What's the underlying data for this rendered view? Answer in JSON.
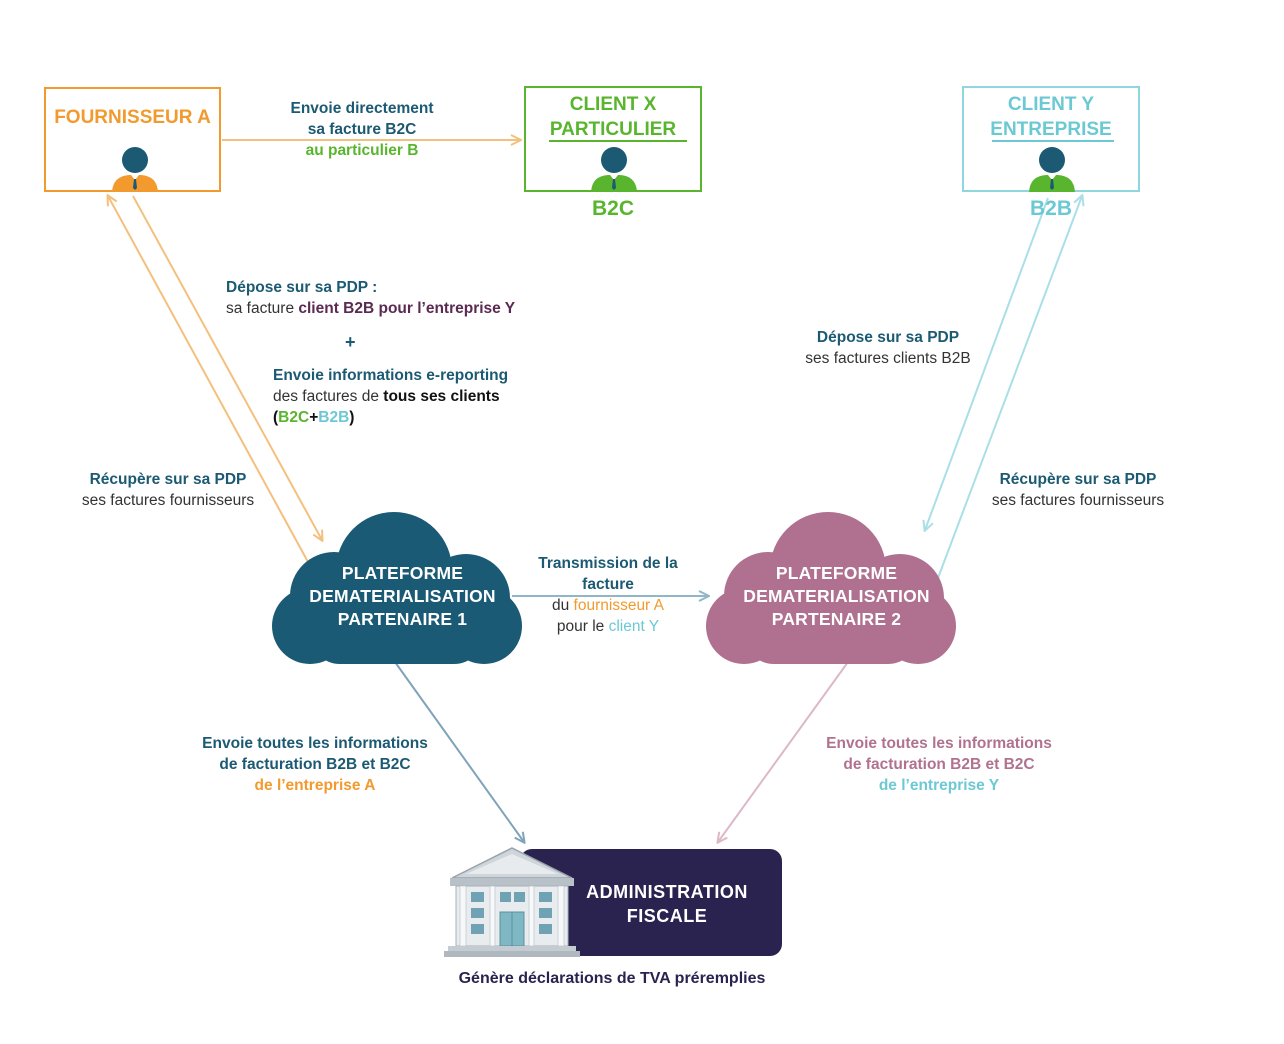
{
  "fournisseur": {
    "title": "FOURNISSEUR A"
  },
  "client_x": {
    "line1": "CLIENT X",
    "line2": "PARTICULIER",
    "tag": "B2C"
  },
  "client_y": {
    "line1": "CLIENT Y",
    "line2": "ENTREPRISE",
    "tag": "B2B"
  },
  "b2c_arrow": {
    "line1": "Envoie directement",
    "line2": "sa facture B2C",
    "line3": "au particulier B"
  },
  "depose_a": {
    "line1": "Dépose sur sa PDP :",
    "line2_a": "sa facture ",
    "line2_b": "client B2B pour l’entreprise Y",
    "plus": "+",
    "line3": "Envoie informations e-reporting",
    "line4_a": "des factures de ",
    "line4_b": "tous ses clients",
    "line5_open": "(",
    "line5_b2c": "B2C",
    "line5_plus": "+",
    "line5_b2b": "B2B",
    "line5_close": ")"
  },
  "recupere_a": {
    "line1": "Récupère sur sa PDP",
    "line2": "ses factures fournisseurs"
  },
  "depose_y": {
    "line1": "Dépose sur sa PDP",
    "line2": "ses factures clients B2B"
  },
  "recupere_y": {
    "line1": "Récupère sur sa PDP",
    "line2": "ses factures fournisseurs"
  },
  "cloud1": {
    "line1": "PLATEFORME",
    "line2": "DEMATERIALISATION",
    "line3": "PARTENAIRE 1",
    "color": "#1a5a75"
  },
  "cloud2": {
    "line1": "PLATEFORME",
    "line2": "DEMATERIALISATION",
    "line3": "PARTENAIRE 2",
    "color": "#b07090"
  },
  "transmission": {
    "line1": "Transmission de la",
    "line2": "facture",
    "line3_a": "du ",
    "line3_b": "fournisseur A",
    "line4_a": "pour le ",
    "line4_b": "client Y"
  },
  "envoie_1": {
    "line1": "Envoie toutes les informations",
    "line2": "de facturation B2B et B2C",
    "line3": "de l’entreprise A"
  },
  "envoie_2": {
    "line1": "Envoie toutes les informations",
    "line2": "de facturation B2B et B2C",
    "line3": "de l’entreprise Y"
  },
  "admin": {
    "line1": "ADMINISTRATION",
    "line2": "FISCALE"
  },
  "footer": {
    "text": "Génère déclarations de TVA préremplies"
  }
}
